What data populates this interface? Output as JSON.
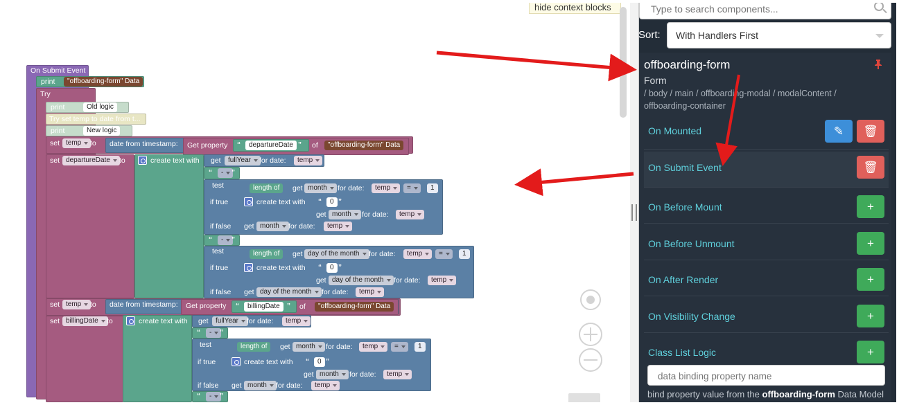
{
  "workspace": {
    "context_toggle": "hide context blocks",
    "event_block": "On Submit Event",
    "blocks": {
      "print": "print",
      "data_ref": "\"offboarding-form\" Data",
      "try": "Try",
      "old_logic": "Old logic",
      "comment": "Try set temp to date from t...",
      "new_logic": "New logic",
      "set": "set",
      "to": "to",
      "var_temp": "temp",
      "var_departure": "departureDate",
      "var_billing": "billingDate",
      "date_from_ts": "date from timestamp:",
      "get_property": "Get property",
      "of": "of",
      "prop_departure": "departureDate",
      "prop_billing": "billingDate",
      "create_text_with": "create text with",
      "get": "get",
      "fullyear": "fullYear",
      "month": "month",
      "day_of_month": "day of the month",
      "for_date": "for date:",
      "dash": "-",
      "test": "test",
      "length_of": "length of",
      "eq": "=",
      "one": "1",
      "zero": "0",
      "if_true": "if true",
      "if_false": "if false"
    }
  },
  "panel": {
    "search_placeholder": "Type to search components...",
    "sort_label": "Sort:",
    "sort_value": "With Handlers First",
    "component_name": "offboarding-form",
    "component_type": "Form",
    "component_path": "/ body / main / offboarding-modal / modalContent / offboarding-container",
    "events": [
      {
        "label": "On Mounted",
        "state": "set"
      },
      {
        "label": "On Submit Event",
        "state": "set-active"
      },
      {
        "label": "On Before Mount",
        "state": "empty"
      },
      {
        "label": "On Before Unmount",
        "state": "empty"
      },
      {
        "label": "On After Render",
        "state": "empty"
      },
      {
        "label": "On Visibility Change",
        "state": "empty"
      },
      {
        "label": "Class List Logic",
        "state": "empty"
      }
    ],
    "binding_placeholder": "data binding property name",
    "binding_help_prefix": "bind property value from the",
    "binding_help_component": "offboarding-form",
    "binding_help_suffix": "Data Model"
  },
  "colors": {
    "event_block": "#7b5ba6",
    "try_block": "#a55b80",
    "text_block": "#5ba58c",
    "logic_block": "#5b80a5",
    "data_block": "#7a4730",
    "panel_bg": "#232d38",
    "event_label": "#5fd0dc",
    "arrow": "#e31b1b"
  }
}
